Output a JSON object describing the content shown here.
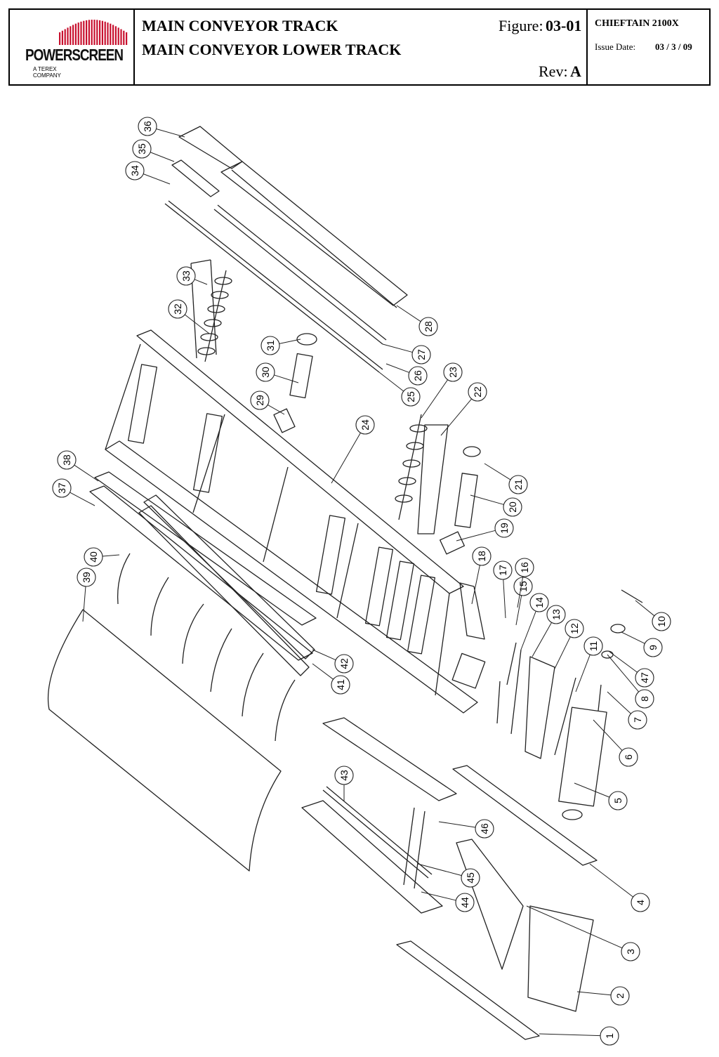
{
  "logo": {
    "wordmark": "POWERSCREEN",
    "line1": "A TEREX",
    "line2": "COMPANY",
    "brand_color": "#c8102e"
  },
  "title": {
    "line1": "MAIN CONVEYOR TRACK",
    "line2": "MAIN CONVEYOR LOWER TRACK"
  },
  "figure": {
    "label": "Figure:",
    "number": "03-01"
  },
  "revision": {
    "label": "Rev:",
    "value": "A"
  },
  "model": "CHIEFTAIN 2100X",
  "issue": {
    "label": "Issue Date:",
    "date": "03 / 3 / 09"
  },
  "callouts": [
    "1",
    "2",
    "3",
    "4",
    "5",
    "6",
    "7",
    "8",
    "9",
    "10",
    "11",
    "12",
    "13",
    "14",
    "15",
    "16",
    "17",
    "18",
    "19",
    "20",
    "21",
    "22",
    "23",
    "24",
    "25",
    "26",
    "27",
    "28",
    "29",
    "30",
    "31",
    "32",
    "33",
    "34",
    "35",
    "36",
    "37",
    "38",
    "39",
    "40",
    "41",
    "42",
    "43",
    "44",
    "45",
    "46",
    "47"
  ]
}
